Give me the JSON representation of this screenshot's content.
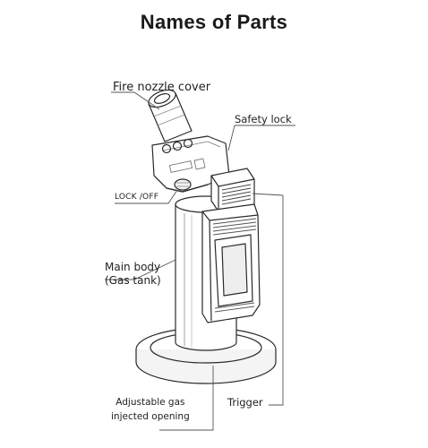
{
  "title": "Names of Parts",
  "labels": {
    "fire_nozzle_cover": "Fire nozzle cover",
    "safety_lock": "Safety lock",
    "lock_off": "LOCK /OFF",
    "main_body_line1": "Main body",
    "main_body_line2": "(Gas tank)",
    "trigger": "Trigger",
    "gas_line1": "Adjustable gas",
    "gas_line2": "injected opening"
  },
  "colors": {
    "outline": "#2a2a2a",
    "leader": "#555555",
    "shade": "#d9d9d9"
  }
}
